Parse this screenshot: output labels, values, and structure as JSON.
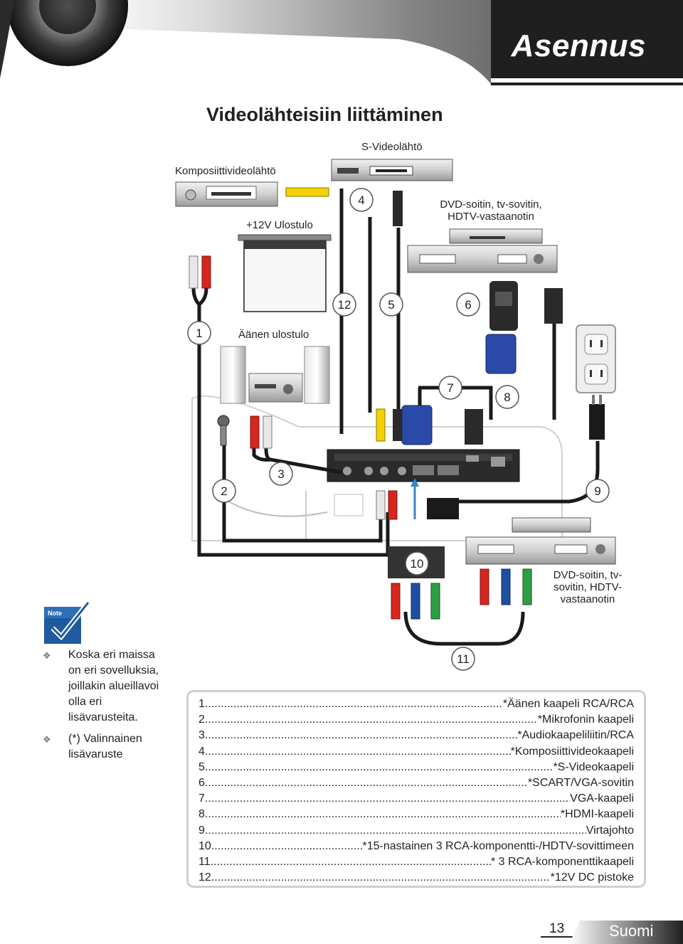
{
  "header": {
    "title": "Asennus"
  },
  "page_title": "Videolähteisiin liittäminen",
  "diagram": {
    "labels": {
      "svideo_out": "S-Videolähtö",
      "composite_out": "Komposiittivideolähtö",
      "plus12v_out": "+12V Ulostulo",
      "dvd_top": "DVD-soitin, tv-sovitin, HDTV-vastaanotin",
      "audio_out": "Äänen ulostulo",
      "dvd_bottom": "DVD-soitin, tv-sovitin, HDTV-vastaanotin"
    },
    "badges": [
      "1",
      "2",
      "3",
      "4",
      "5",
      "6",
      "7",
      "8",
      "9",
      "10",
      "11",
      "12"
    ],
    "icons": [
      "screen-icon",
      "speakers-icon",
      "microphone-icon",
      "power-outlet-icon",
      "power-plug-icon",
      "vga-connector-icon",
      "scart-adapter-icon",
      "hdmi-connector-icon",
      "rca-plug-icon",
      "s-video-plug-icon",
      "projector-icon",
      "dvd-player-icon",
      "vcr-icon"
    ],
    "cable_colors": {
      "red": "#d7261e",
      "white": "#e8e8e8",
      "yellow": "#f5d100",
      "blue": "#1f4fa3",
      "green": "#2e9e44",
      "black": "#1a1a1a",
      "vga_blue": "#2b4aa8"
    }
  },
  "note": {
    "icon_label": "Note",
    "items": [
      "Koska eri maissa on eri sovelluksia, joillakin alueillavoi olla eri lisävarusteita.",
      "(*) Valinnainen lisävaruste"
    ]
  },
  "legend": {
    "items": [
      {
        "num": "1",
        "text": "*Äänen kaapeli RCA/RCA"
      },
      {
        "num": "2",
        "text": "*Mikrofonin kaapeli"
      },
      {
        "num": "3",
        "text": "*Audiokaapeliliitin/RCA"
      },
      {
        "num": "4",
        "text": "*Komposiittivideokaapeli"
      },
      {
        "num": "5",
        "text": "*S-Videokaapeli"
      },
      {
        "num": "6",
        "text": "*SCART/VGA-sovitin"
      },
      {
        "num": "7",
        "text": "VGA-kaapeli"
      },
      {
        "num": "8",
        "text": "*HDMI-kaapeli"
      },
      {
        "num": "9",
        "text": "Virtajohto"
      },
      {
        "num": "10",
        "text": "*15-nastainen 3 RCA-komponentti-/HDTV-sovittimeen"
      },
      {
        "num": "11",
        "text": "* 3 RCA-komponenttikaapeli"
      },
      {
        "num": "12",
        "text": "*12V DC pistoke"
      }
    ]
  },
  "footer": {
    "page_number": "13",
    "language": "Suomi"
  },
  "colors": {
    "header_gradient_dark": "#1a1a1a",
    "header_gradient_mid": "#555555",
    "note_blue": "#1f5a9e",
    "legend_border": "#cfcfcf"
  }
}
